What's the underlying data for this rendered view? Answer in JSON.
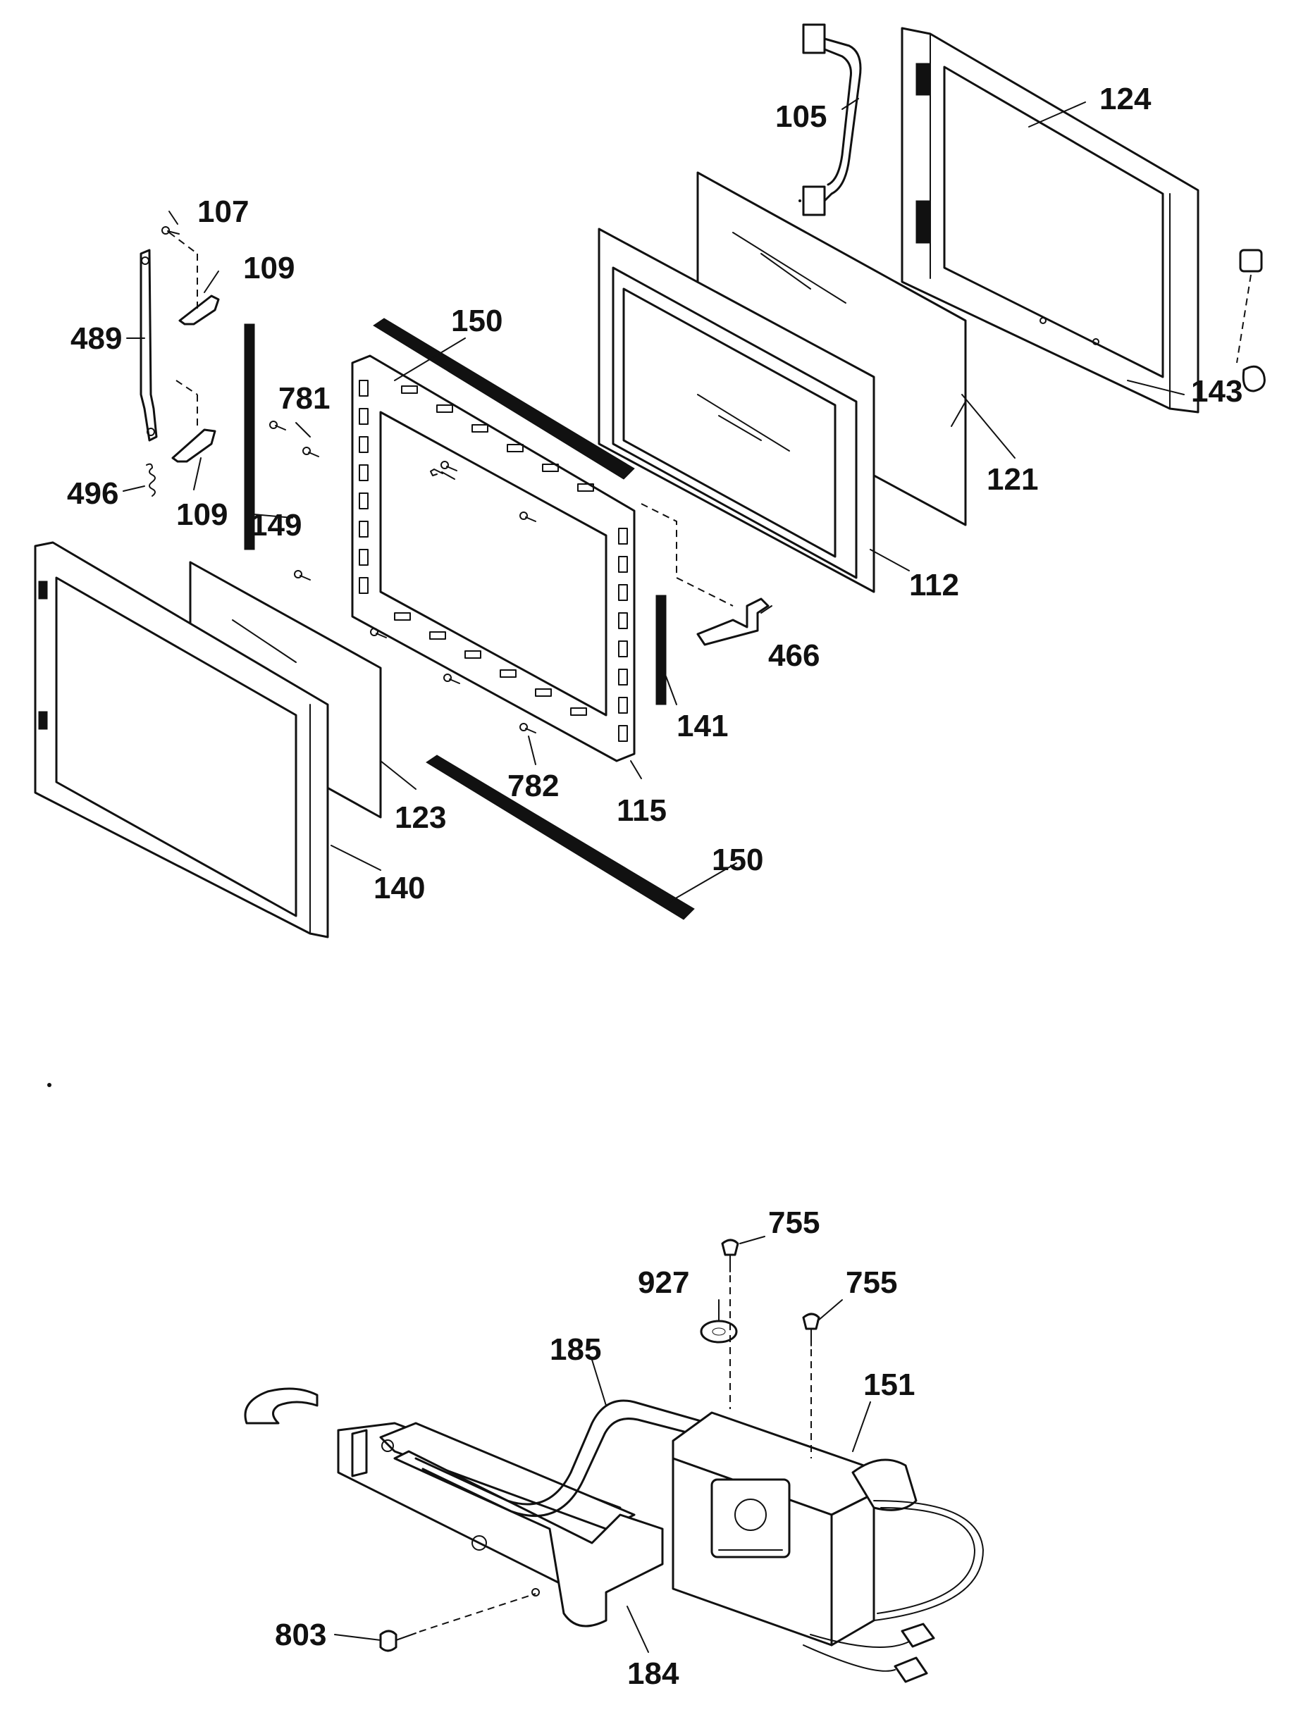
{
  "labels": {
    "p105": "105",
    "p124": "124",
    "p107": "107",
    "p109a": "109",
    "p489": "489",
    "p150a": "150",
    "p781": "781",
    "p143": "143",
    "p121": "121",
    "p496": "496",
    "p109b": "109",
    "p149": "149",
    "p112": "112",
    "p466": "466",
    "p141": "141",
    "p782": "782",
    "p123": "123",
    "p115": "115",
    "p150b": "150",
    "p140": "140",
    "p755a": "755",
    "p927": "927",
    "p755b": "755",
    "p185": "185",
    "p151": "151",
    "p803": "803",
    "p184": "184"
  }
}
